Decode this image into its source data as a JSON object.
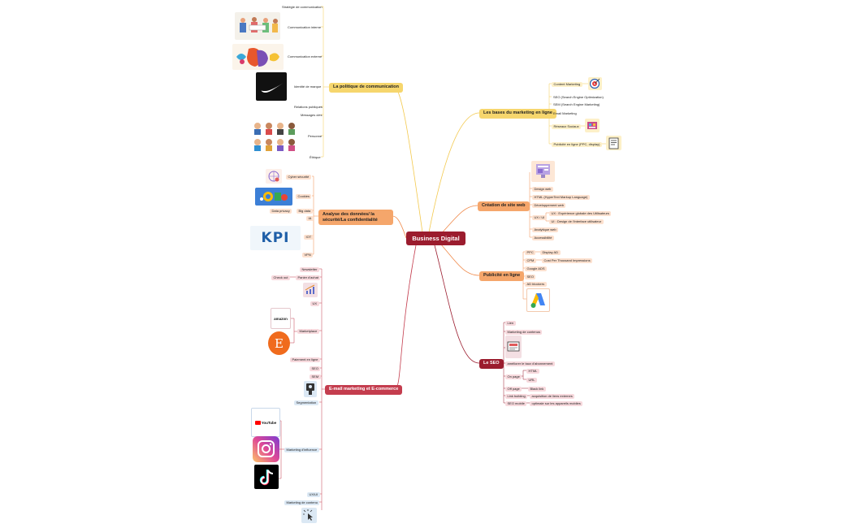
{
  "central": "Business Digital",
  "colors": {
    "yellow": "#f6d66d",
    "orange": "#f5a66b",
    "red": "#c43d4e",
    "darkred": "#9b1c2e",
    "blue": "#dbe8f4"
  },
  "communication": {
    "title": "La politique de communication",
    "items": [
      "Stratégie de communication",
      "Communication interne",
      "Communication externe",
      "Identité de marque",
      "Relations publiques",
      "Messages clés",
      "Personne",
      "Éthique"
    ]
  },
  "analyse": {
    "title": "Analyse des données/ la sécurité/La confidentialité",
    "items": [
      "Cyber sécurité",
      "Cookies",
      "Big data",
      "Data privacy",
      "IA",
      "IOT",
      "VPN"
    ],
    "kpi_logo": "KPI"
  },
  "ecommerce": {
    "title": "E-mail marketing et E-commerce",
    "items": [
      "Newsletter",
      "Panier d'achat",
      "Check out",
      "UX",
      "Marketplace",
      "Paiement en ligne",
      "SEO",
      "SEM",
      "Segmentation",
      "Marketing d'influence",
      "UX/UI",
      "Marketing de contenu"
    ],
    "amazon_logo": "amazon",
    "etsy_logo": "E",
    "youtube_logo": "YouTube"
  },
  "bases": {
    "title": "Les bases du marketing en ligne",
    "items": [
      "Content Marketing",
      "SEO (Search Engine Optimization)",
      "SEM (Search Engine Marketing)",
      "Email Marketing",
      "Réseaux Sociaux",
      "Publicité en ligne (PPC, display)"
    ]
  },
  "creation": {
    "title": "Création de site web",
    "items": [
      "Design web",
      "HTML (HyperText Markup Language)",
      "Développement web",
      "UX / UI",
      "UX : Expérience globale des Utilisateurs",
      "UI : Design de l'interface utilisateur",
      "Analytique web",
      "Accessibilité"
    ]
  },
  "publicite": {
    "title": "Publicité en ligne",
    "items": [
      "PPC",
      "Display AD",
      "CPM",
      "Cost Per Thousand Impressions",
      "Google ADS",
      "SEO",
      "AD blockers"
    ]
  },
  "seo": {
    "title": "Le SEO",
    "items": [
      "Lien",
      "Marketing de contenus",
      "améliorer le taux d'abonnement",
      "On page",
      "HTML",
      "URL",
      "Off page",
      "Black link",
      "Link building",
      "acquisition de liens externes",
      "SEO mobile",
      "optimale sur les appareils mobiles"
    ]
  }
}
